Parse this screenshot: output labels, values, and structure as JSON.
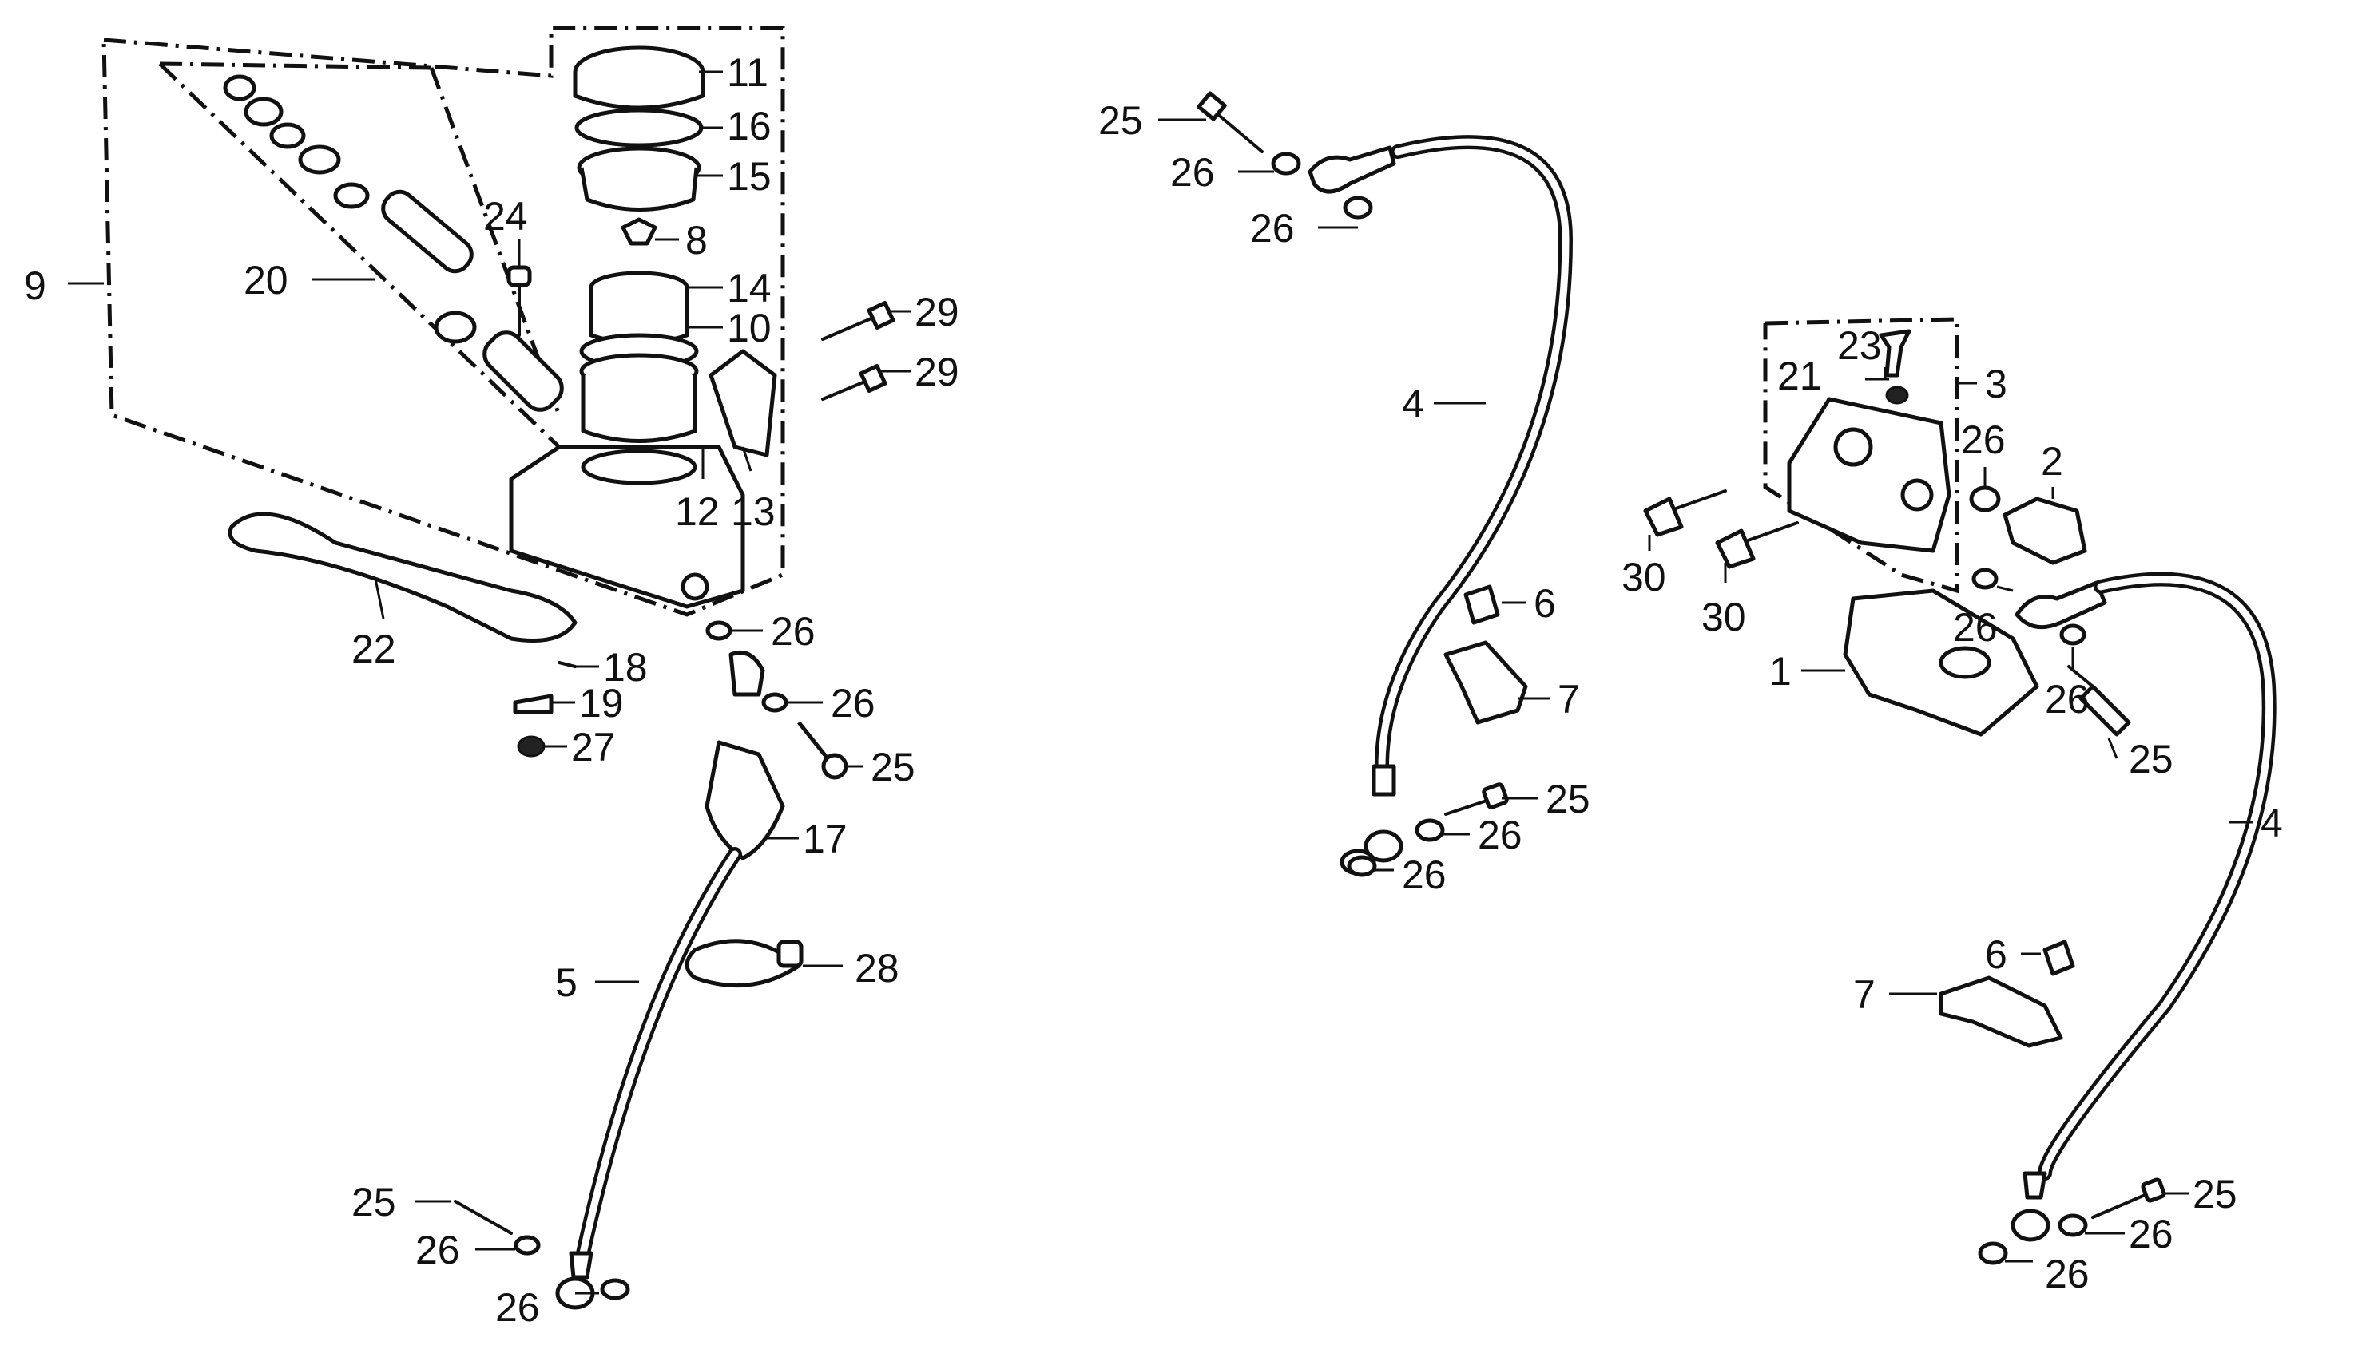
{
  "diagram": {
    "callouts": [
      {
        "id": "lbl-9",
        "text": "9"
      },
      {
        "id": "lbl-11",
        "text": "11"
      },
      {
        "id": "lbl-16",
        "text": "16"
      },
      {
        "id": "lbl-15",
        "text": "15"
      },
      {
        "id": "lbl-24",
        "text": "24"
      },
      {
        "id": "lbl-8",
        "text": "8"
      },
      {
        "id": "lbl-14",
        "text": "14"
      },
      {
        "id": "lbl-10",
        "text": "10"
      },
      {
        "id": "lbl-20",
        "text": "20"
      },
      {
        "id": "lbl-29a",
        "text": "29"
      },
      {
        "id": "lbl-29b",
        "text": "29"
      },
      {
        "id": "lbl-12",
        "text": "12"
      },
      {
        "id": "lbl-13",
        "text": "13"
      },
      {
        "id": "lbl-22",
        "text": "22"
      },
      {
        "id": "lbl-26a",
        "text": "26"
      },
      {
        "id": "lbl-18",
        "text": "18"
      },
      {
        "id": "lbl-19",
        "text": "19"
      },
      {
        "id": "lbl-26b",
        "text": "26"
      },
      {
        "id": "lbl-27",
        "text": "27"
      },
      {
        "id": "lbl-25a",
        "text": "25"
      },
      {
        "id": "lbl-17",
        "text": "17"
      },
      {
        "id": "lbl-28",
        "text": "28"
      },
      {
        "id": "lbl-5",
        "text": "5"
      },
      {
        "id": "lbl-25b",
        "text": "25"
      },
      {
        "id": "lbl-26c",
        "text": "26"
      },
      {
        "id": "lbl-26d",
        "text": "26"
      },
      {
        "id": "lbl-25c",
        "text": "25"
      },
      {
        "id": "lbl-26e",
        "text": "26"
      },
      {
        "id": "lbl-26f",
        "text": "26"
      },
      {
        "id": "lbl-4a",
        "text": "4"
      },
      {
        "id": "lbl-6a",
        "text": "6"
      },
      {
        "id": "lbl-7a",
        "text": "7"
      },
      {
        "id": "lbl-25d",
        "text": "25"
      },
      {
        "id": "lbl-26g",
        "text": "26"
      },
      {
        "id": "lbl-26h",
        "text": "26"
      },
      {
        "id": "lbl-23",
        "text": "23"
      },
      {
        "id": "lbl-21",
        "text": "21"
      },
      {
        "id": "lbl-3",
        "text": "3"
      },
      {
        "id": "lbl-26i",
        "text": "26"
      },
      {
        "id": "lbl-2",
        "text": "2"
      },
      {
        "id": "lbl-30a",
        "text": "30"
      },
      {
        "id": "lbl-30b",
        "text": "30"
      },
      {
        "id": "lbl-26j",
        "text": "26"
      },
      {
        "id": "lbl-1",
        "text": "1"
      },
      {
        "id": "lbl-26k",
        "text": "26"
      },
      {
        "id": "lbl-25e",
        "text": "25"
      },
      {
        "id": "lbl-4b",
        "text": "4"
      },
      {
        "id": "lbl-6b",
        "text": "6"
      },
      {
        "id": "lbl-7b",
        "text": "7"
      },
      {
        "id": "lbl-25f",
        "text": "25"
      },
      {
        "id": "lbl-26l",
        "text": "26"
      },
      {
        "id": "lbl-26m",
        "text": "26"
      }
    ]
  }
}
